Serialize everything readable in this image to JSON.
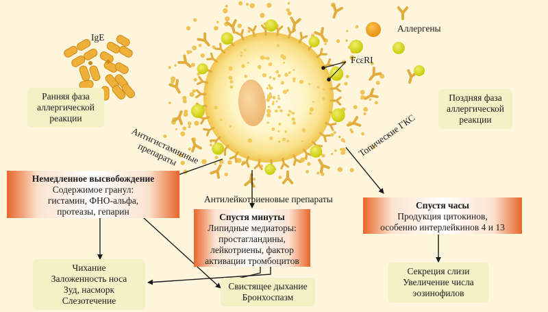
{
  "labels": {
    "ige": "IgE",
    "allergens": "Аллергены",
    "fceri": "FcεRI",
    "early_phase": "Ранняя фаза аллергической реакции",
    "late_phase": "Поздняя фаза аллергической реакции",
    "antihistamine": "Антигистаминные препараты",
    "topical_gks": "Топические ГКС",
    "antileukotriene": "Антилейкотриеновые препараты"
  },
  "boxes": {
    "immediate": {
      "title": "Немедленное высвобождение",
      "line1": "Содержимое гранул:",
      "line2": "гистамин, ФНО-альфа,",
      "line3": "протеазы, гепарин"
    },
    "minutes": {
      "title": "Спустя минуты",
      "line1": "Липидные медиаторы:",
      "line2": "простагландины,",
      "line3": "лейкотриены, фактор",
      "line4": "активации тромбоцитов"
    },
    "hours": {
      "title": "Спустя часы",
      "line1": "Продукция цитокинов,",
      "line2": "особенно интерлейкинов 4 и 13"
    },
    "symptoms_nose": {
      "line1": "Чихание",
      "line2": "Заложенность носа",
      "line3": "Зуд, насморк",
      "line4": "Слезотечение"
    },
    "symptoms_lung": {
      "line1": "Свистящее дыхание",
      "line2": "Бронхоспазм"
    },
    "symptoms_late": {
      "line1": "Секреция слизи",
      "line2": "Увеличение числа",
      "line3": "эозинофилов"
    }
  },
  "colors": {
    "background": "#fdf5dc",
    "cell_core": "#fffbe6",
    "cell_edge": "#f3cc55",
    "receptor": "#e9b54a",
    "allergen": "#d6d80e",
    "allergen_orange": "#f2a51c",
    "nucleus": "#f2c88a",
    "box_orange": "#e8662a",
    "box_pale": "#f4f1c6"
  }
}
